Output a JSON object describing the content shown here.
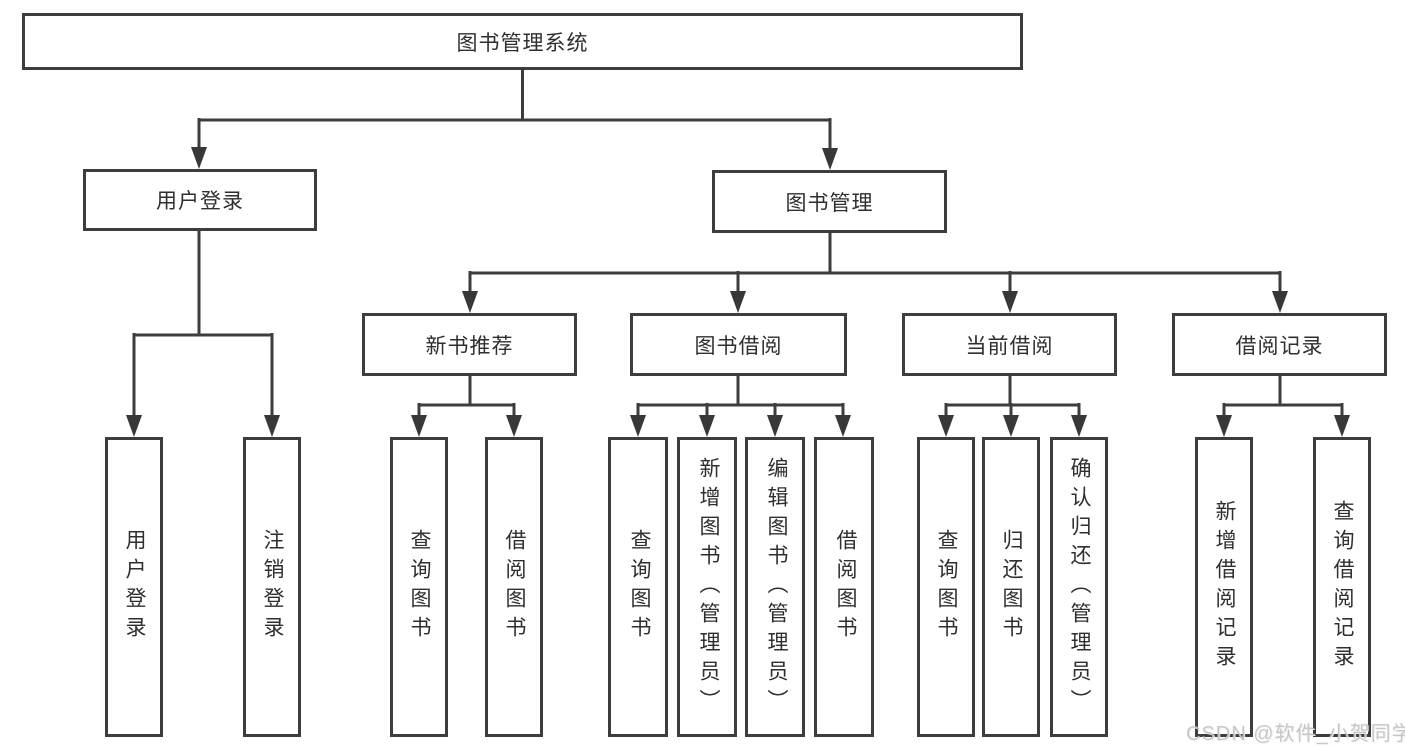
{
  "colors": {
    "line": "#3d3d3d",
    "text": "#2f2f2f",
    "watermark": "#c3c3c3",
    "background": "#ffffff"
  },
  "diagram": {
    "root": {
      "label": "图书管理系统"
    },
    "branches": [
      {
        "label": "用户登录",
        "children": [
          {
            "label": "用户登录"
          },
          {
            "label": "注销登录"
          }
        ]
      },
      {
        "label": "图书管理",
        "children": [
          {
            "label": "新书推荐",
            "children": [
              {
                "label": "查询图书"
              },
              {
                "label": "借阅图书"
              }
            ]
          },
          {
            "label": "图书借阅",
            "children": [
              {
                "label": "查询图书"
              },
              {
                "label": "新增图书（管理员）"
              },
              {
                "label": "编辑图书（管理员）"
              },
              {
                "label": "借阅图书"
              }
            ]
          },
          {
            "label": "当前借阅",
            "children": [
              {
                "label": "查询图书"
              },
              {
                "label": "归还图书"
              },
              {
                "label": "确认归还（管理员）"
              }
            ]
          },
          {
            "label": "借阅记录",
            "children": [
              {
                "label": "新增借阅记录"
              },
              {
                "label": "查询借阅记录"
              }
            ]
          }
        ]
      }
    ]
  },
  "watermark": {
    "text": "CSDN @软件_小贺同学"
  }
}
